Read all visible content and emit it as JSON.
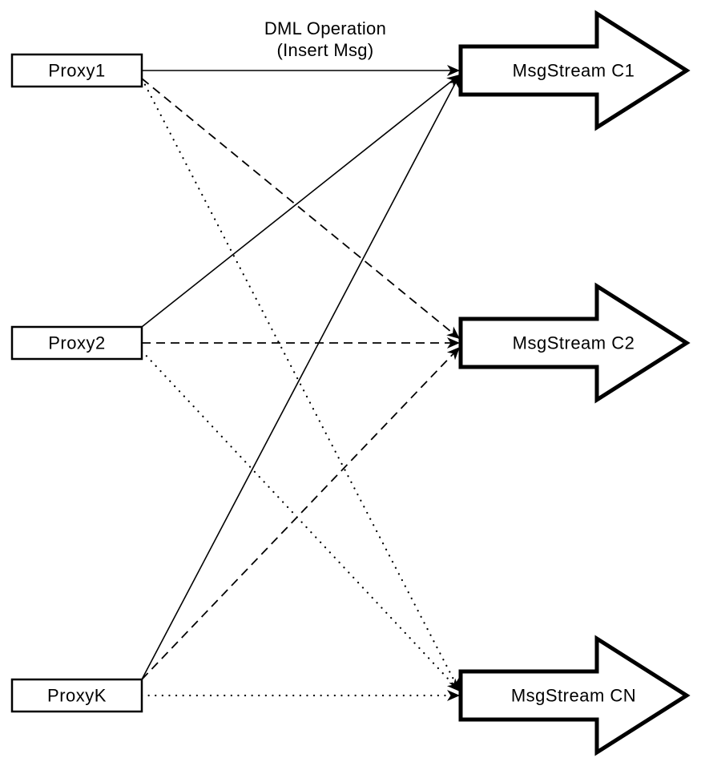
{
  "diagram": {
    "background_color": "#ffffff",
    "line_color": "#000000",
    "node_fill_color": "#ffffff",
    "label": {
      "line1": "DML Operation",
      "line2": "(Insert Msg)"
    },
    "proxies": [
      {
        "label": "Proxy1"
      },
      {
        "label": "Proxy2"
      },
      {
        "label": "ProxyK"
      }
    ],
    "streams": [
      {
        "label": "MsgStream C1"
      },
      {
        "label": "MsgStream C2"
      },
      {
        "label": "MsgStream CN"
      }
    ],
    "connections": [
      {
        "from": "Proxy1",
        "to": "MsgStream C1",
        "style": "solid"
      },
      {
        "from": "Proxy2",
        "to": "MsgStream C1",
        "style": "solid"
      },
      {
        "from": "ProxyK",
        "to": "MsgStream C1",
        "style": "solid"
      },
      {
        "from": "Proxy1",
        "to": "MsgStream C2",
        "style": "dashed"
      },
      {
        "from": "Proxy2",
        "to": "MsgStream C2",
        "style": "dashed"
      },
      {
        "from": "ProxyK",
        "to": "MsgStream C2",
        "style": "dashed"
      },
      {
        "from": "Proxy1",
        "to": "MsgStream CN",
        "style": "dotted"
      },
      {
        "from": "Proxy2",
        "to": "MsgStream CN",
        "style": "dotted"
      },
      {
        "from": "ProxyK",
        "to": "MsgStream CN",
        "style": "dotted"
      }
    ]
  }
}
